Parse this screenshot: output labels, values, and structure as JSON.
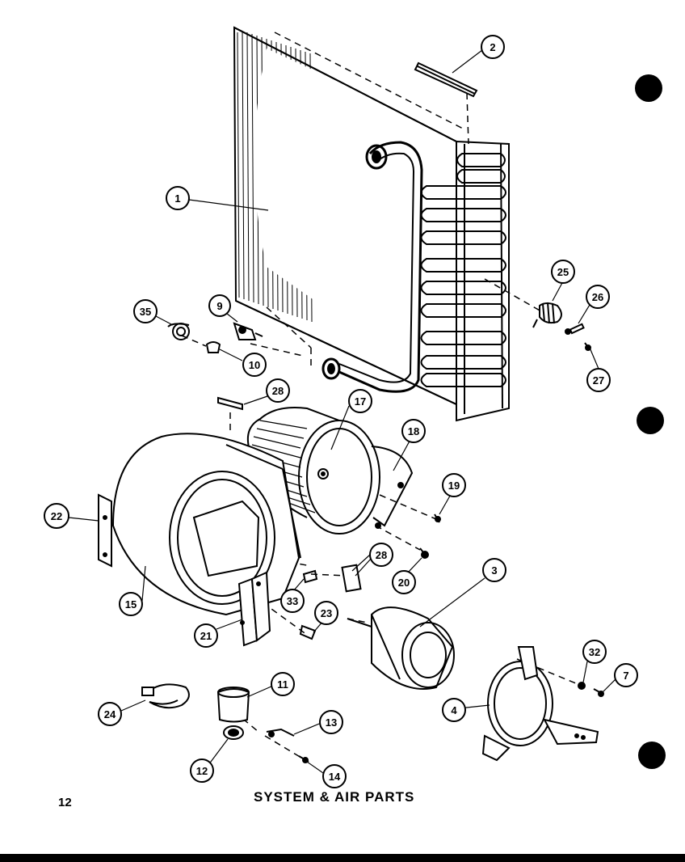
{
  "caption": "SYSTEM & AIR PARTS",
  "page_number": "12",
  "callouts": {
    "c1": "1",
    "c2": "2",
    "c3": "3",
    "c4": "4",
    "c7": "7",
    "c9": "9",
    "c10": "10",
    "c11": "11",
    "c12": "12",
    "c13": "13",
    "c14": "14",
    "c15": "15",
    "c17": "17",
    "c18": "18",
    "c19": "19",
    "c20": "20",
    "c21": "21",
    "c22": "22",
    "c23": "23",
    "c24": "24",
    "c25": "25",
    "c26": "26",
    "c27": "27",
    "c28a": "28",
    "c28b": "28",
    "c32": "32",
    "c33": "33",
    "c35": "35"
  },
  "colors": {
    "ink": "#000000",
    "paper": "#ffffff"
  }
}
